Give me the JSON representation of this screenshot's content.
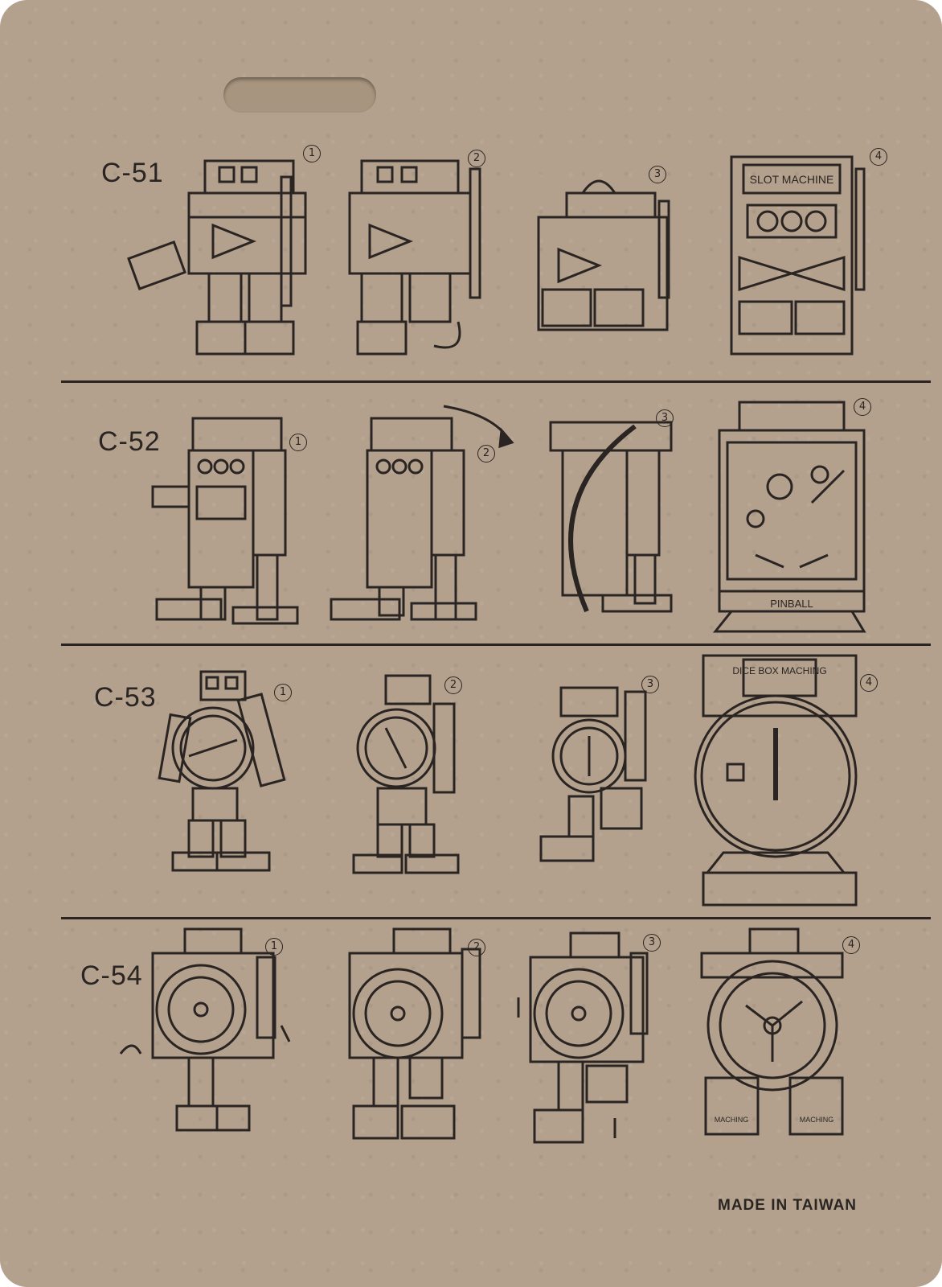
{
  "card": {
    "footer_text": "MADE IN TAIWAN",
    "rows": [
      {
        "label": "C-51",
        "steps": [
          "1",
          "2",
          "3",
          "4"
        ],
        "final_form": "slot-machine-icon",
        "final_text": "SLOT MACHINE"
      },
      {
        "label": "C-52",
        "steps": [
          "1",
          "2",
          "3",
          "4"
        ],
        "final_form": "pinball-icon",
        "final_text": "PINBALL"
      },
      {
        "label": "C-53",
        "steps": [
          "1",
          "2",
          "3",
          "4"
        ],
        "final_form": "dice-box-icon",
        "final_text": "DICE BOX MACHING"
      },
      {
        "label": "C-54",
        "steps": [
          "1",
          "2",
          "3",
          "4"
        ],
        "final_form": "roulette-icon",
        "final_text": "MACHING"
      }
    ]
  },
  "colors": {
    "cardboard": "#b3a18d",
    "ink": "#2a2522"
  }
}
